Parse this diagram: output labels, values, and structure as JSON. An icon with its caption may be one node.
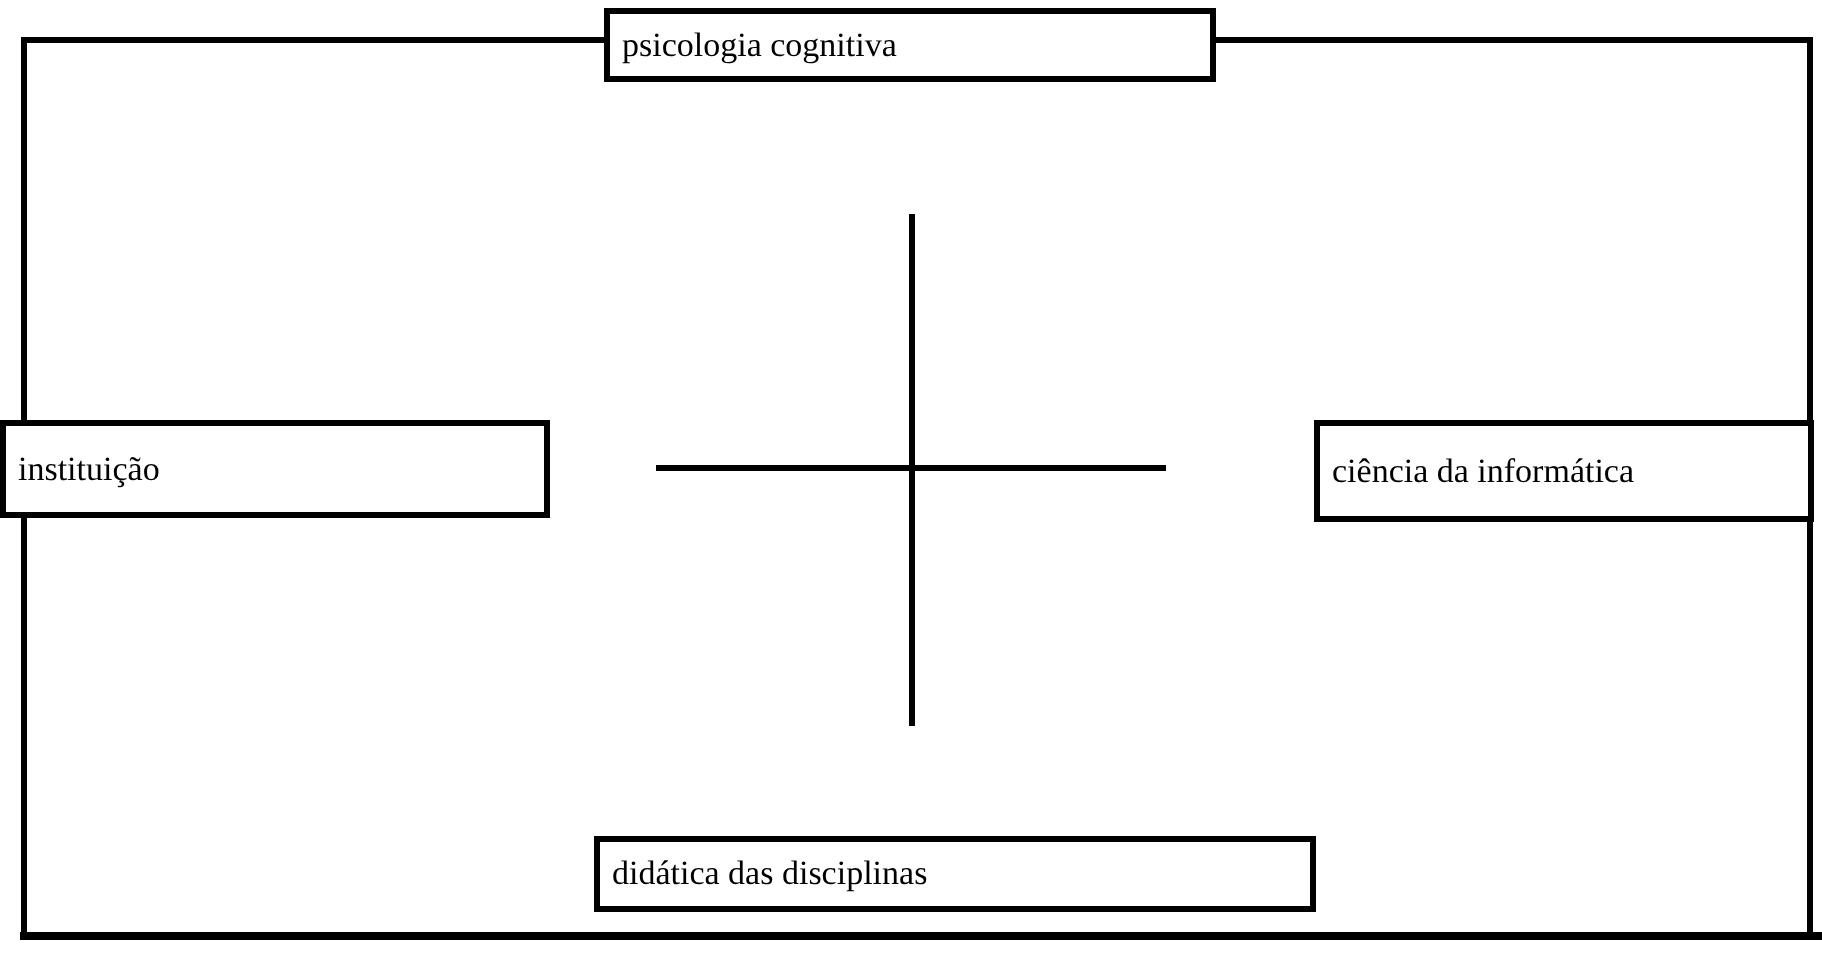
{
  "diagram": {
    "nodes": [
      {
        "text": [
          "psicologia cognitiva"
        ]
      },
      {
        "text": [
          "instituição"
        ]
      },
      {
        "text": [
          "ciência da informática"
        ]
      },
      {
        "text": [
          "didática das disciplinas"
        ]
      }
    ]
  }
}
